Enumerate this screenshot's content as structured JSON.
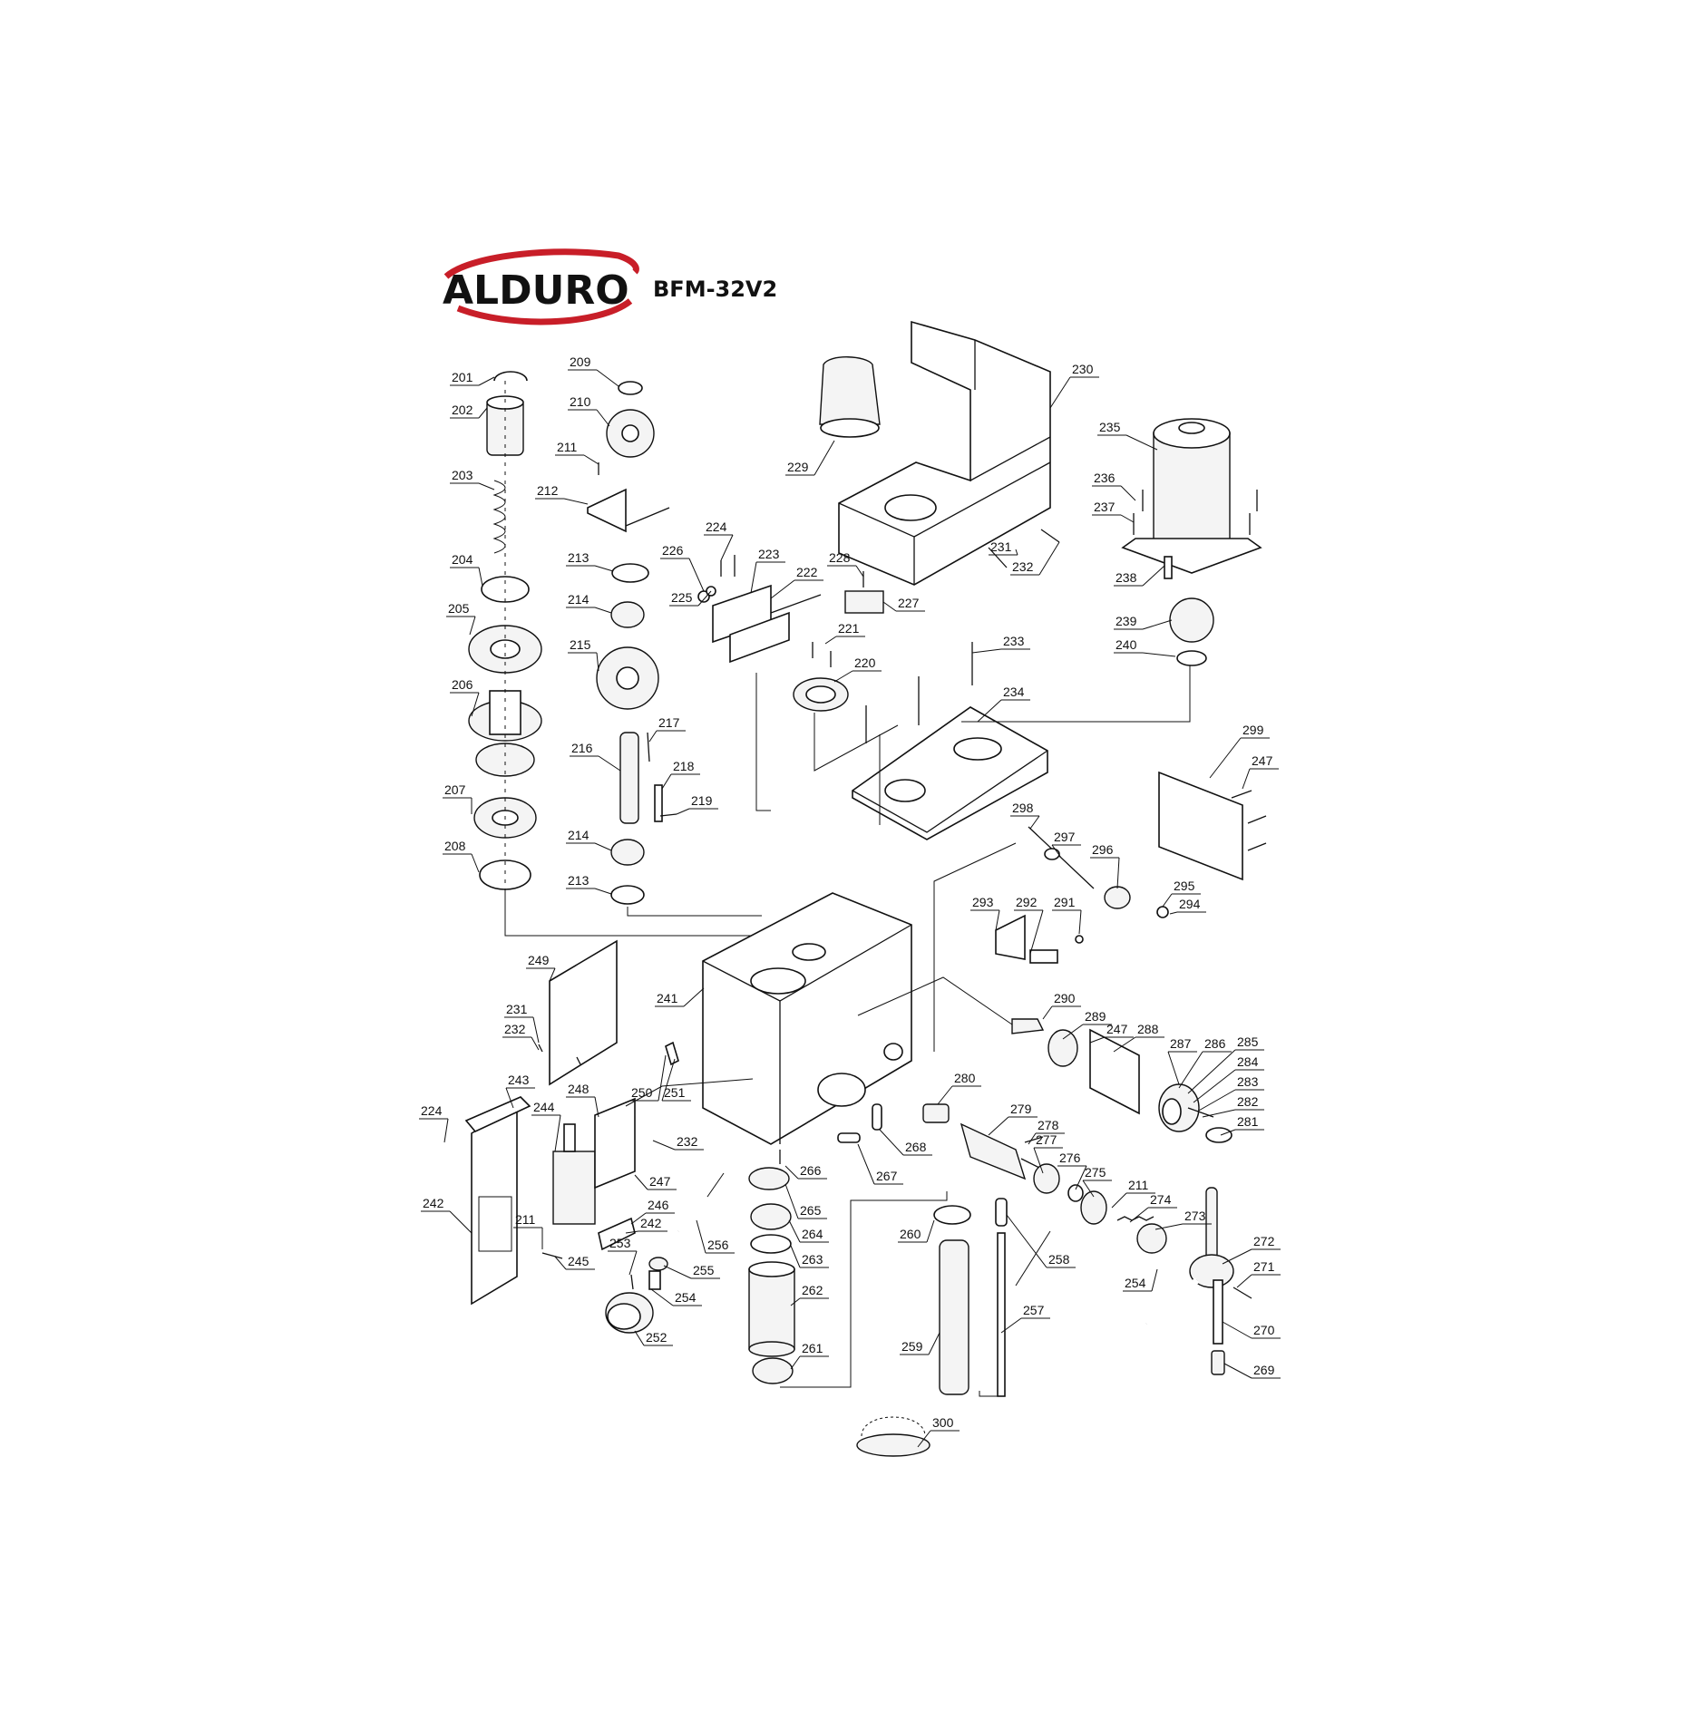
{
  "header": {
    "brand": "ALDURO",
    "model": "BFM-32V2",
    "brand_color": "#c81e28"
  },
  "parts": [
    {
      "id": "201"
    },
    {
      "id": "202"
    },
    {
      "id": "203"
    },
    {
      "id": "204"
    },
    {
      "id": "205"
    },
    {
      "id": "206"
    },
    {
      "id": "207"
    },
    {
      "id": "208"
    },
    {
      "id": "209"
    },
    {
      "id": "210"
    },
    {
      "id": "211"
    },
    {
      "id": "212"
    },
    {
      "id": "213"
    },
    {
      "id": "214"
    },
    {
      "id": "215"
    },
    {
      "id": "216"
    },
    {
      "id": "217"
    },
    {
      "id": "218"
    },
    {
      "id": "219"
    },
    {
      "id": "214"
    },
    {
      "id": "213"
    },
    {
      "id": "224"
    },
    {
      "id": "226"
    },
    {
      "id": "225"
    },
    {
      "id": "223"
    },
    {
      "id": "222"
    },
    {
      "id": "228"
    },
    {
      "id": "227"
    },
    {
      "id": "221"
    },
    {
      "id": "220"
    },
    {
      "id": "229"
    },
    {
      "id": "230"
    },
    {
      "id": "231"
    },
    {
      "id": "232"
    },
    {
      "id": "233"
    },
    {
      "id": "234"
    },
    {
      "id": "235"
    },
    {
      "id": "236"
    },
    {
      "id": "237"
    },
    {
      "id": "238"
    },
    {
      "id": "239"
    },
    {
      "id": "240"
    },
    {
      "id": "299"
    },
    {
      "id": "247"
    },
    {
      "id": "298"
    },
    {
      "id": "297"
    },
    {
      "id": "296"
    },
    {
      "id": "295"
    },
    {
      "id": "294"
    },
    {
      "id": "293"
    },
    {
      "id": "292"
    },
    {
      "id": "291"
    },
    {
      "id": "241"
    },
    {
      "id": "249"
    },
    {
      "id": "231"
    },
    {
      "id": "232"
    },
    {
      "id": "250"
    },
    {
      "id": "251"
    },
    {
      "id": "290"
    },
    {
      "id": "289"
    },
    {
      "id": "247"
    },
    {
      "id": "288"
    },
    {
      "id": "287"
    },
    {
      "id": "286"
    },
    {
      "id": "285"
    },
    {
      "id": "284"
    },
    {
      "id": "283"
    },
    {
      "id": "282"
    },
    {
      "id": "281"
    },
    {
      "id": "280"
    },
    {
      "id": "279"
    },
    {
      "id": "278"
    },
    {
      "id": "277"
    },
    {
      "id": "276"
    },
    {
      "id": "275"
    },
    {
      "id": "211"
    },
    {
      "id": "274"
    },
    {
      "id": "273"
    },
    {
      "id": "254"
    },
    {
      "id": "272"
    },
    {
      "id": "271"
    },
    {
      "id": "270"
    },
    {
      "id": "269"
    },
    {
      "id": "243"
    },
    {
      "id": "224"
    },
    {
      "id": "244"
    },
    {
      "id": "248"
    },
    {
      "id": "232"
    },
    {
      "id": "247"
    },
    {
      "id": "246"
    },
    {
      "id": "242"
    },
    {
      "id": "242"
    },
    {
      "id": "211"
    },
    {
      "id": "245"
    },
    {
      "id": "253"
    },
    {
      "id": "255"
    },
    {
      "id": "254"
    },
    {
      "id": "252"
    },
    {
      "id": "256"
    },
    {
      "id": "268"
    },
    {
      "id": "267"
    },
    {
      "id": "266"
    },
    {
      "id": "265"
    },
    {
      "id": "264"
    },
    {
      "id": "263"
    },
    {
      "id": "262"
    },
    {
      "id": "261"
    },
    {
      "id": "260"
    },
    {
      "id": "259"
    },
    {
      "id": "258"
    },
    {
      "id": "257"
    },
    {
      "id": "300"
    }
  ]
}
